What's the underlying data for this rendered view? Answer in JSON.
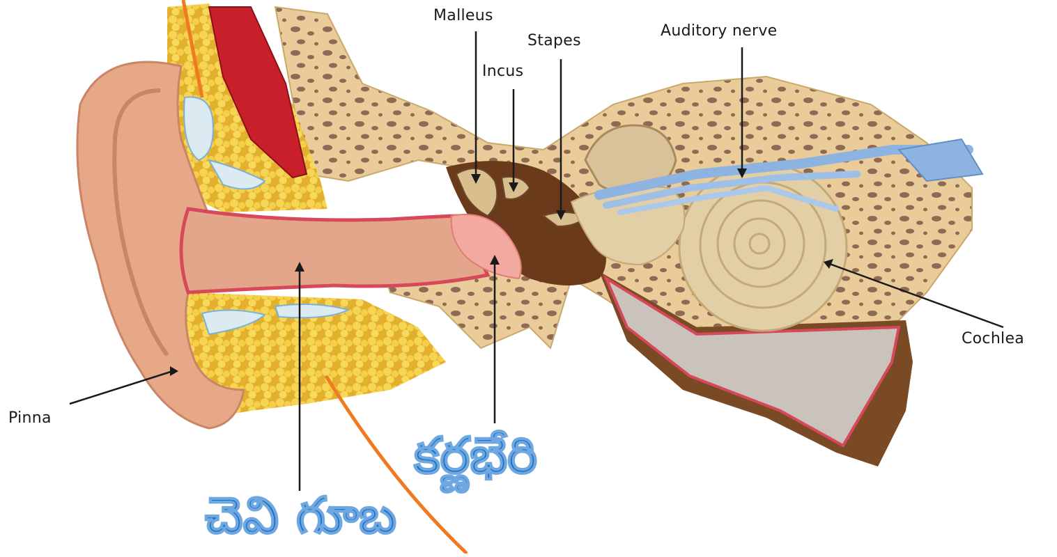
{
  "labels": {
    "malleus": "Malleus",
    "stapes": "Stapes",
    "incus": "Incus",
    "auditory_nerve": "Auditory nerve",
    "cochlea": "Cochlea",
    "pinna": "Pinna",
    "eardrum_telugu": "కర్ణభేరి",
    "ear_canal_telugu": "చెవి గూబ"
  },
  "colors": {
    "telugu_fill": "#1e6fc2",
    "telugu_outline": "#6fa8e0",
    "orange_lines": "#f07a22",
    "skin": "#e7a888",
    "bone": "#e9cc99",
    "bone_pores": "#8e6a55",
    "fat": "#f2cd45",
    "muscle": "#c8202a",
    "nerve": "#8db4e0",
    "membrane": "#d7485a",
    "dark_tissue": "#7a4a25"
  }
}
